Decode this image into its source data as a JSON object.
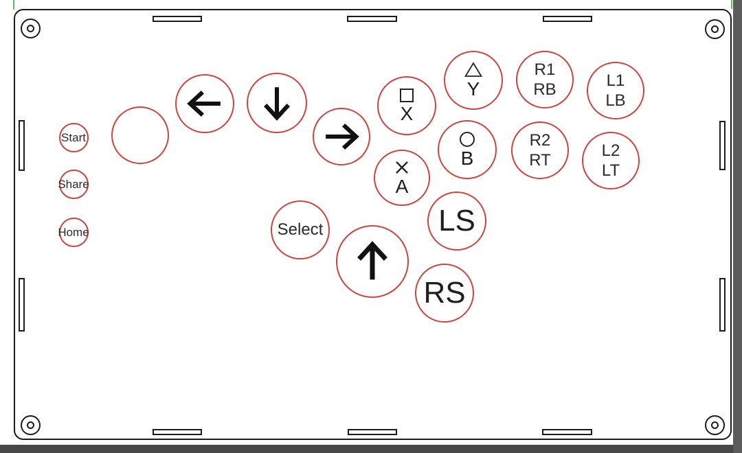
{
  "diagram": {
    "type": "arcade-controller-button-layout",
    "colors": {
      "button_outline_red": "#d0423b",
      "case_outline_black": "#1a1a1a",
      "page_edge_green": "#5ec05e",
      "shadow_right_gray": "#5c5c5c",
      "shadow_bottom_gray": "#474747"
    }
  },
  "buttons": {
    "start": {
      "label": "Start"
    },
    "share": {
      "label": "Share"
    },
    "home": {
      "label": "Home"
    },
    "spare": {
      "label": ""
    },
    "dpad_left": {
      "arrow": "left-arrow"
    },
    "dpad_down": {
      "arrow": "down-arrow"
    },
    "dpad_right": {
      "arrow": "right-arrow"
    },
    "dpad_up": {
      "arrow": "up-arrow"
    },
    "x": {
      "symbol": "square-outline",
      "label": "X"
    },
    "y": {
      "symbol": "triangle-outline",
      "label": "Y"
    },
    "a": {
      "symbol": "cross-outline",
      "label": "A"
    },
    "b": {
      "symbol": "circle-outline",
      "label": "B"
    },
    "r1": {
      "line1": "R1",
      "line2": "RB"
    },
    "l1": {
      "line1": "L1",
      "line2": "LB"
    },
    "r2": {
      "line1": "R2",
      "line2": "RT"
    },
    "l2": {
      "line1": "L2",
      "line2": "LT"
    },
    "select": {
      "label": "Select"
    },
    "ls": {
      "label": "LS"
    },
    "rs": {
      "label": "RS"
    }
  }
}
